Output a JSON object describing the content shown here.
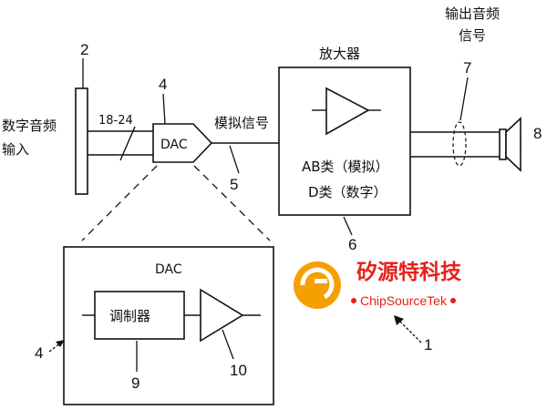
{
  "diagram": {
    "input": {
      "line1": "数字音频",
      "line2": "输入"
    },
    "bus_label": "18-24",
    "dac_label": "DAC",
    "analog_signal": "模拟信号",
    "amplifier": {
      "title": "放大器",
      "class_ab": "AB类（模拟）",
      "class_d": "D类（数字）"
    },
    "output": {
      "line1": "输出音频",
      "line2": "信号"
    },
    "detail": {
      "title": "DAC",
      "modulator": "调制器"
    },
    "numbers": {
      "n1": "1",
      "n2": "2",
      "n4": "4",
      "n4b": "4",
      "n5": "5",
      "n6": "6",
      "n7": "7",
      "n8": "8",
      "n9": "9",
      "n10": "10"
    }
  },
  "logo": {
    "name_cn": "矽源特科技",
    "name_en": "ChipSourceTek",
    "colors": {
      "orange": "#f5a000",
      "red": "#e8201a"
    }
  }
}
